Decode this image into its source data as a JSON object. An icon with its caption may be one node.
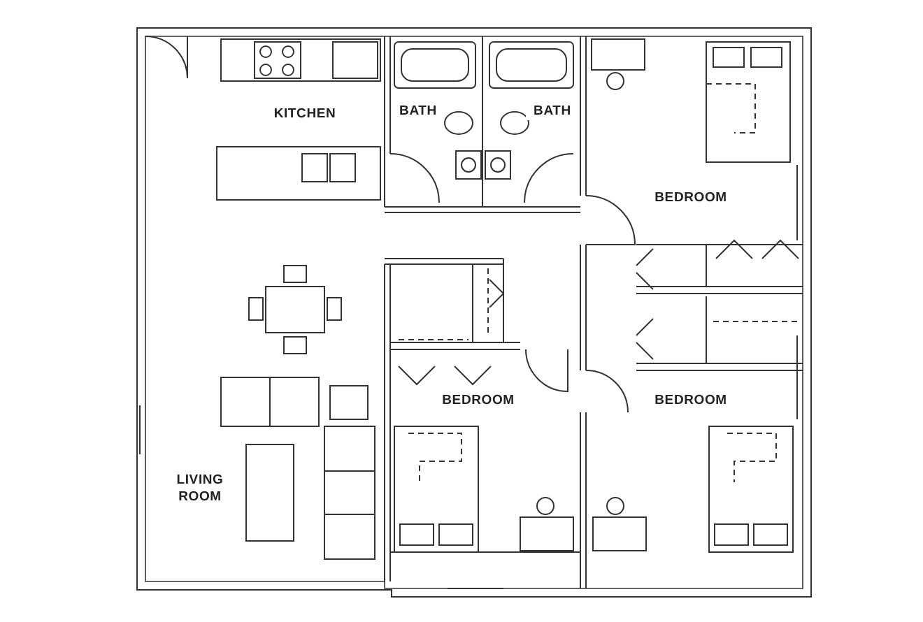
{
  "diagram": {
    "labels": [
      "KITCHEN",
      "BATH",
      "BATH",
      "BEDROOM",
      "BEDROOM",
      "BEDROOM",
      "LIVING ROOM"
    ]
  }
}
